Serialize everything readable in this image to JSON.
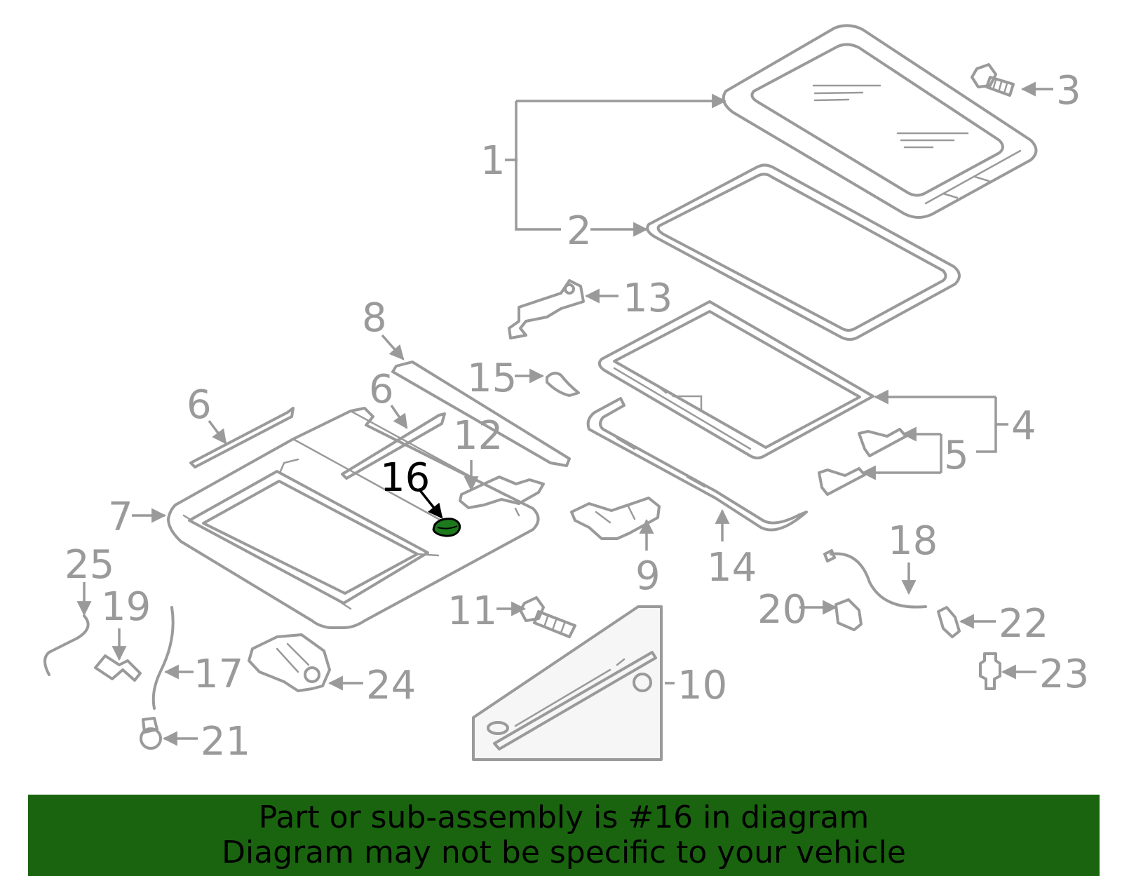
{
  "highlight_color": "#1a6410",
  "line_color": "#9a9a9a",
  "highlighted_part": "16",
  "callouts": {
    "c1": "1",
    "c2": "2",
    "c3": "3",
    "c4": "4",
    "c5": "5",
    "c6a": "6",
    "c6b": "6",
    "c7": "7",
    "c8": "8",
    "c9": "9",
    "c10": "10",
    "c11": "11",
    "c12": "12",
    "c13": "13",
    "c14": "14",
    "c15": "15",
    "c16": "16",
    "c17": "17",
    "c18": "18",
    "c19": "19",
    "c20": "20",
    "c21": "21",
    "c22": "22",
    "c23": "23",
    "c24": "24",
    "c25": "25"
  },
  "banner": {
    "line1": "Part or sub-assembly is #16 in diagram",
    "line2": "Diagram may not be specific to your vehicle"
  }
}
